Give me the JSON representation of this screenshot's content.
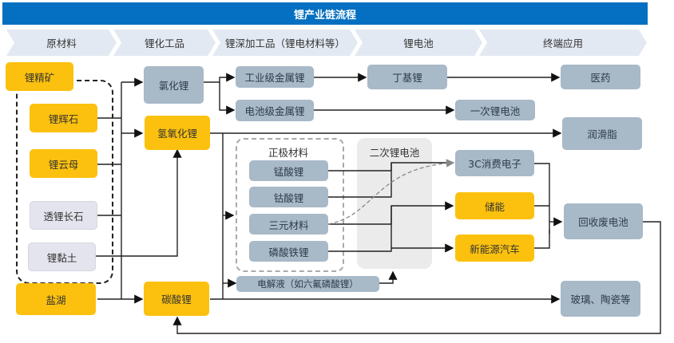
{
  "title": "锂产业链流程",
  "stages": [
    "原材料",
    "锂化工品",
    "锂深加工品（锂电材料等）",
    "锂电池",
    "终端应用"
  ],
  "raw_materials": {
    "lithium_concentrate": "锂精矿",
    "spodumene": "锂辉石",
    "lepidolite": "锂云母",
    "petalite": "透锂长石",
    "lithium_clay": "锂黏土",
    "salt_lake": "盐湖"
  },
  "chemicals": {
    "lithium_chloride": "氯化锂",
    "lithium_hydroxide": "氢氧化锂",
    "lithium_carbonate": "碳酸锂"
  },
  "deep_processing": {
    "industrial_lithium_metal": "工业级金属锂",
    "battery_lithium_metal": "电池级金属锂",
    "cathode_group_label": "正极材料",
    "cathode_materials": [
      "锰酸锂",
      "钴酸锂",
      "三元材料",
      "磷酸铁锂"
    ],
    "electrolyte": "电解液（如六氟磷酸锂）"
  },
  "batteries": {
    "butyllithium": "丁基锂",
    "primary_battery": "一次锂电池",
    "secondary_battery_group_label": "二次锂电池"
  },
  "applications": {
    "medicine": "医药",
    "lubricant": "润滑脂",
    "consumer_electronics": "3C消费电子",
    "energy_storage": "储能",
    "new_energy_vehicles": "新能源汽车",
    "battery_recycling": "回收废电池",
    "glass_ceramics": "玻璃、陶瓷等"
  },
  "colors": {
    "title_bar": "#0570c1",
    "highlight_node": "#fcc10e",
    "gray_node": "#a8b9c8",
    "light_node": "#e4e4ee",
    "stage_bg": "#e3e9f2"
  }
}
